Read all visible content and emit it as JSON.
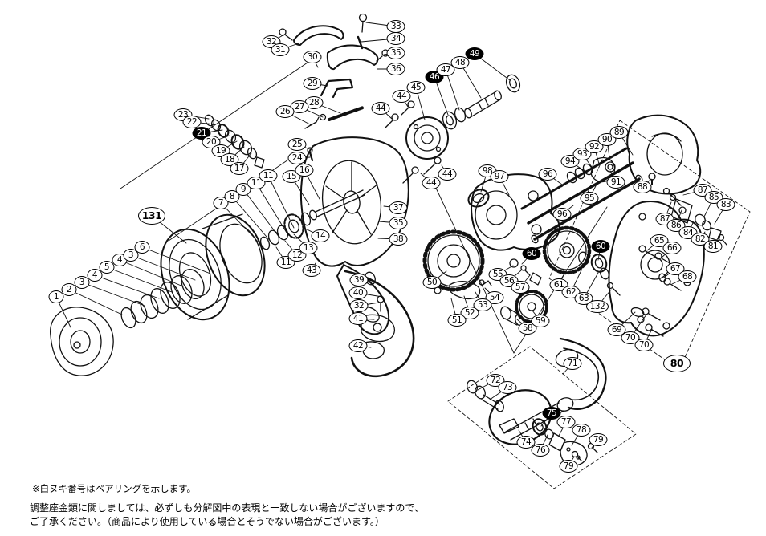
{
  "footer": {
    "note1": "※白ヌキ番号はベアリングを示します。",
    "note2_line1": "調整座金類に関しましては、必ずしも分解図中の表現と一致しない場合がございますので、",
    "note2_line2": "ご了承ください。（商品により使用している場合とそうでない場合がございます。）"
  },
  "diagram": {
    "description": "Exploded parts schematic of a spinning fishing reel with numbered part callouts",
    "bearing_callouts_filled_black": [
      "21",
      "46",
      "49",
      "60",
      "60",
      "75"
    ],
    "line_color": "#111111",
    "balloons": [
      [
        "1",
        70,
        370,
        88,
        408,
        0
      ],
      [
        "2",
        86,
        361,
        152,
        392,
        0
      ],
      [
        "3",
        102,
        352,
        180,
        381,
        0
      ],
      [
        "4",
        118,
        343,
        198,
        372,
        0
      ],
      [
        "5",
        133,
        333,
        214,
        364,
        0
      ],
      [
        "4",
        149,
        324,
        228,
        357,
        0
      ],
      [
        "3",
        163,
        318,
        243,
        349,
        0
      ],
      [
        "6",
        177,
        308,
        262,
        341,
        0
      ],
      [
        "131",
        189,
        269,
        232,
        303,
        2
      ],
      [
        "23",
        228,
        143,
        260,
        148,
        0
      ],
      [
        "22",
        239,
        152,
        268,
        155,
        0
      ],
      [
        "21",
        251,
        166,
        277,
        162,
        1
      ],
      [
        "20",
        263,
        177,
        286,
        169,
        0
      ],
      [
        "19",
        275,
        188,
        295,
        176,
        0
      ],
      [
        "18",
        286,
        199,
        304,
        183,
        0
      ],
      [
        "17",
        298,
        210,
        313,
        191,
        0
      ],
      [
        "7",
        275,
        253,
        328,
        308,
        0
      ],
      [
        "8",
        289,
        245,
        338,
        302,
        0
      ],
      [
        "9",
        303,
        236,
        348,
        296,
        0
      ],
      [
        "11",
        319,
        228,
        357,
        290,
        0
      ],
      [
        "11",
        334,
        219,
        366,
        284,
        0
      ],
      [
        "15",
        363,
        220,
        385,
        255,
        0
      ],
      [
        "16",
        379,
        212,
        398,
        248,
        0
      ],
      [
        "25",
        370,
        180,
        386,
        186,
        0
      ],
      [
        "24",
        370,
        197,
        386,
        196,
        0
      ],
      [
        "11",
        356,
        327,
        344,
        308,
        0
      ],
      [
        "12",
        370,
        318,
        355,
        300,
        0
      ],
      [
        "13",
        384,
        309,
        366,
        292,
        0
      ],
      [
        "14",
        399,
        294,
        378,
        284,
        0
      ],
      [
        "43",
        388,
        337,
        393,
        328,
        0
      ],
      [
        "32",
        338,
        52,
        356,
        42,
        0
      ],
      [
        "31",
        349,
        62,
        372,
        54,
        0
      ],
      [
        "30",
        389,
        71,
        396,
        84,
        0
      ],
      [
        "33",
        493,
        33,
        456,
        28,
        0
      ],
      [
        "34",
        493,
        48,
        450,
        52,
        0
      ],
      [
        "35",
        493,
        66,
        478,
        68,
        0
      ],
      [
        "36",
        493,
        86,
        470,
        86,
        0
      ],
      [
        "29",
        389,
        104,
        408,
        107,
        0
      ],
      [
        "28",
        391,
        128,
        424,
        141,
        0
      ],
      [
        "27",
        373,
        133,
        402,
        146,
        0
      ],
      [
        "26",
        355,
        139,
        388,
        156,
        0
      ],
      [
        "37",
        496,
        259,
        478,
        257,
        0
      ],
      [
        "35",
        496,
        278,
        472,
        276,
        0
      ],
      [
        "38",
        496,
        298,
        471,
        297,
        0
      ],
      [
        "39",
        447,
        349,
        462,
        350,
        0
      ],
      [
        "40",
        446,
        365,
        476,
        370,
        0
      ],
      [
        "32",
        447,
        381,
        472,
        377,
        0
      ],
      [
        "41",
        446,
        397,
        466,
        398,
        0
      ],
      [
        "42",
        446,
        431,
        462,
        433,
        0
      ],
      [
        "44",
        474,
        135,
        488,
        148,
        0
      ],
      [
        "44",
        500,
        120,
        508,
        133,
        0
      ],
      [
        "45",
        518,
        109,
        529,
        149,
        0
      ],
      [
        "46",
        541,
        96,
        558,
        143,
        1
      ],
      [
        "47",
        555,
        87,
        572,
        137,
        0
      ],
      [
        "48",
        573,
        78,
        599,
        122,
        0
      ],
      [
        "49",
        591,
        67,
        635,
        100,
        1
      ],
      [
        "44",
        537,
        228,
        524,
        216,
        0
      ],
      [
        "44",
        557,
        217,
        550,
        206,
        0
      ],
      [
        "98",
        607,
        213,
        599,
        239,
        0
      ],
      [
        "97",
        622,
        220,
        634,
        243,
        0
      ],
      [
        "96",
        682,
        217,
        700,
        230,
        0
      ],
      [
        "96",
        700,
        267,
        714,
        256,
        0
      ],
      [
        "50",
        538,
        352,
        556,
        338,
        0
      ],
      [
        "55",
        620,
        342,
        639,
        331,
        0
      ],
      [
        "56",
        634,
        350,
        649,
        337,
        0
      ],
      [
        "57",
        648,
        358,
        660,
        343,
        0
      ],
      [
        "54",
        616,
        371,
        604,
        359,
        0
      ],
      [
        "53",
        601,
        380,
        592,
        364,
        0
      ],
      [
        "52",
        585,
        390,
        578,
        369,
        0
      ],
      [
        "51",
        569,
        399,
        562,
        372,
        0
      ],
      [
        "58",
        657,
        409,
        644,
        398,
        0
      ],
      [
        "59",
        673,
        400,
        663,
        387,
        0
      ],
      [
        "60",
        662,
        316,
        650,
        329,
        1
      ],
      [
        "60",
        748,
        307,
        745,
        324,
        1
      ],
      [
        "61",
        696,
        355,
        703,
        341,
        0
      ],
      [
        "62",
        711,
        364,
        724,
        337,
        0
      ],
      [
        "63",
        727,
        372,
        745,
        340,
        0
      ],
      [
        "132",
        744,
        382,
        761,
        361,
        0
      ],
      [
        "94",
        710,
        201,
        728,
        213,
        0
      ],
      [
        "93",
        725,
        192,
        737,
        208,
        0
      ],
      [
        "92",
        740,
        183,
        746,
        204,
        0
      ],
      [
        "90",
        756,
        174,
        759,
        196,
        0
      ],
      [
        "89",
        771,
        165,
        788,
        193,
        0
      ],
      [
        "91",
        767,
        227,
        760,
        213,
        0
      ],
      [
        "95",
        734,
        247,
        745,
        226,
        0
      ],
      [
        "88",
        800,
        233,
        811,
        223,
        0
      ],
      [
        "87",
        875,
        237,
        851,
        243,
        0
      ],
      [
        "85",
        889,
        246,
        877,
        270,
        0
      ],
      [
        "83",
        904,
        255,
        890,
        279,
        0
      ],
      [
        "87",
        828,
        273,
        836,
        252,
        0
      ],
      [
        "86",
        842,
        281,
        849,
        262,
        0
      ],
      [
        "84",
        857,
        290,
        863,
        278,
        0
      ],
      [
        "82",
        872,
        298,
        878,
        289,
        0
      ],
      [
        "81",
        888,
        307,
        894,
        297,
        0
      ],
      [
        "65",
        821,
        300,
        806,
        312,
        0
      ],
      [
        "66",
        837,
        309,
        824,
        321,
        0
      ],
      [
        "67",
        841,
        335,
        827,
        346,
        0
      ],
      [
        "68",
        856,
        345,
        837,
        354,
        0
      ],
      [
        "69",
        768,
        411,
        791,
        389,
        0
      ],
      [
        "70",
        785,
        421,
        805,
        392,
        0
      ],
      [
        "70",
        802,
        430,
        812,
        410,
        0
      ],
      [
        "80",
        843,
        453,
        843,
        453,
        2
      ],
      [
        "71",
        713,
        453,
        701,
        466,
        0
      ],
      [
        "72",
        617,
        474,
        595,
        486,
        0
      ],
      [
        "73",
        632,
        483,
        610,
        498,
        0
      ],
      [
        "74",
        655,
        551,
        646,
        536,
        0
      ],
      [
        "75",
        687,
        515,
        674,
        531,
        1
      ],
      [
        "76",
        673,
        561,
        682,
        542,
        0
      ],
      [
        "77",
        705,
        526,
        696,
        543,
        0
      ],
      [
        "78",
        724,
        536,
        712,
        555,
        0
      ],
      [
        "79",
        745,
        548,
        737,
        558,
        0
      ],
      [
        "79",
        708,
        581,
        715,
        569,
        0
      ]
    ]
  }
}
